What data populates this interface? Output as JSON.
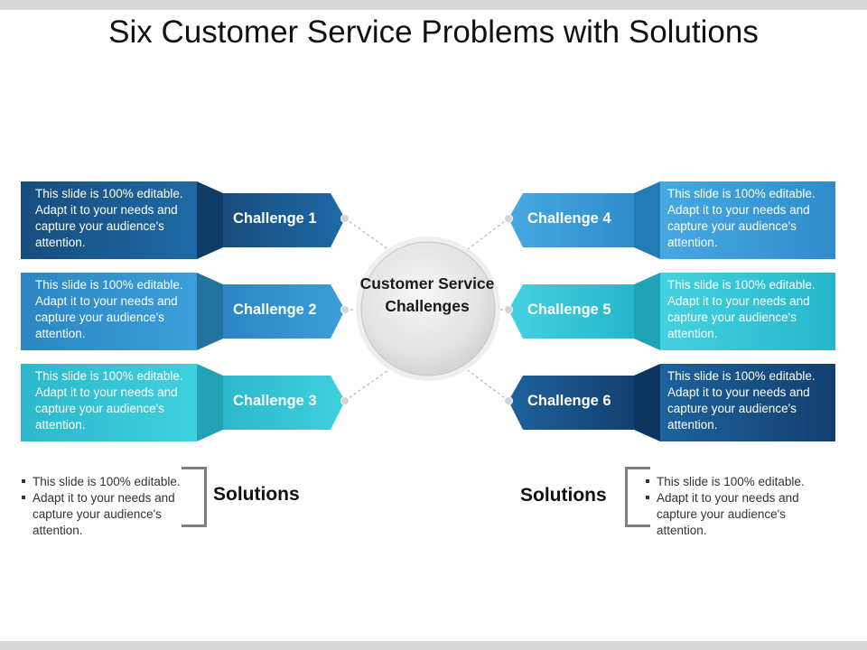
{
  "title": "Six Customer Service Problems with Solutions",
  "center": {
    "label": "Customer Service Challenges"
  },
  "challenges": [
    {
      "label": "Challenge 1",
      "description": "This slide is 100% editable. Adapt it to your needs and capture your audience's attention.",
      "color": "#1b5a8e"
    },
    {
      "label": "Challenge 2",
      "description": "This slide is 100% editable. Adapt it to your needs and capture your audience's attention.",
      "color": "#2d8fc9"
    },
    {
      "label": "Challenge 3",
      "description": "This slide is 100% editable. Adapt it to your needs and capture your audience's attention.",
      "color": "#2ebfd0"
    },
    {
      "label": "Challenge 4",
      "description": "This slide is 100% editable. Adapt it to your needs and capture your audience's attention.",
      "color": "#3a9bd6"
    },
    {
      "label": "Challenge 5",
      "description": "This slide is 100% editable. Adapt it to your needs and capture your audience's attention.",
      "color": "#2ec0d2"
    },
    {
      "label": "Challenge 6",
      "description": "This slide is 100% editable. Adapt it to your needs and capture your audience's attention.",
      "color": "#14508a"
    }
  ],
  "solutions": [
    {
      "title": "Solutions",
      "items": [
        "This slide is 100% editable.",
        "Adapt it to your needs and capture your audience's attention."
      ]
    },
    {
      "title": "Solutions",
      "items": [
        "This slide is 100% editable.",
        "Adapt it to your needs and capture your audience's attention."
      ]
    }
  ]
}
